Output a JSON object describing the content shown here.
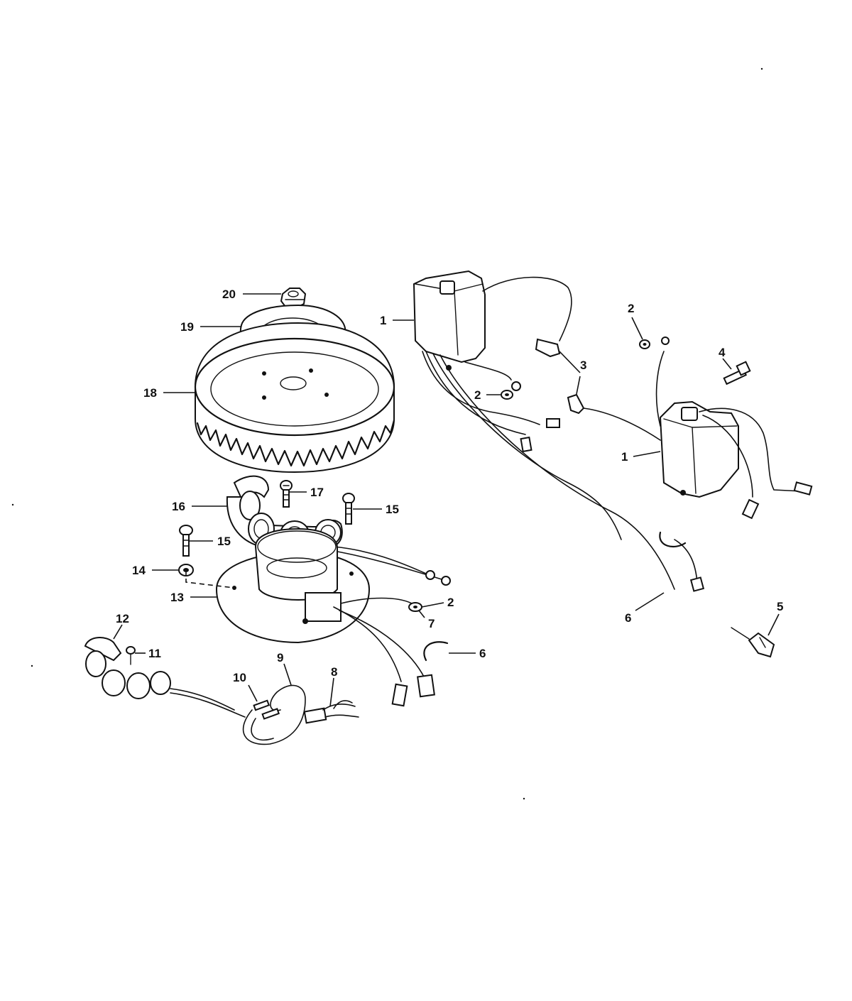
{
  "callouts": {
    "c1_top": "1",
    "c1_right": "1",
    "c2_top": "2",
    "c2_mid": "2",
    "c2_low": "2",
    "c3": "3",
    "c4": "4",
    "c5": "5",
    "c6_right": "6",
    "c6_low": "6",
    "c7": "7",
    "c8": "8",
    "c9": "9",
    "c10": "10",
    "c11": "11",
    "c12": "12",
    "c13": "13",
    "c14": "14",
    "c15_right": "15",
    "c15_left": "15",
    "c16": "16",
    "c17": "17",
    "c18": "18",
    "c19": "19",
    "c20": "20"
  },
  "icons": {
    "flywheel": "flywheel-icon",
    "stator": "stator-icon",
    "switch_box": "switch-box-icon",
    "spark_plug_boot": "spark-plug-boot-icon"
  }
}
